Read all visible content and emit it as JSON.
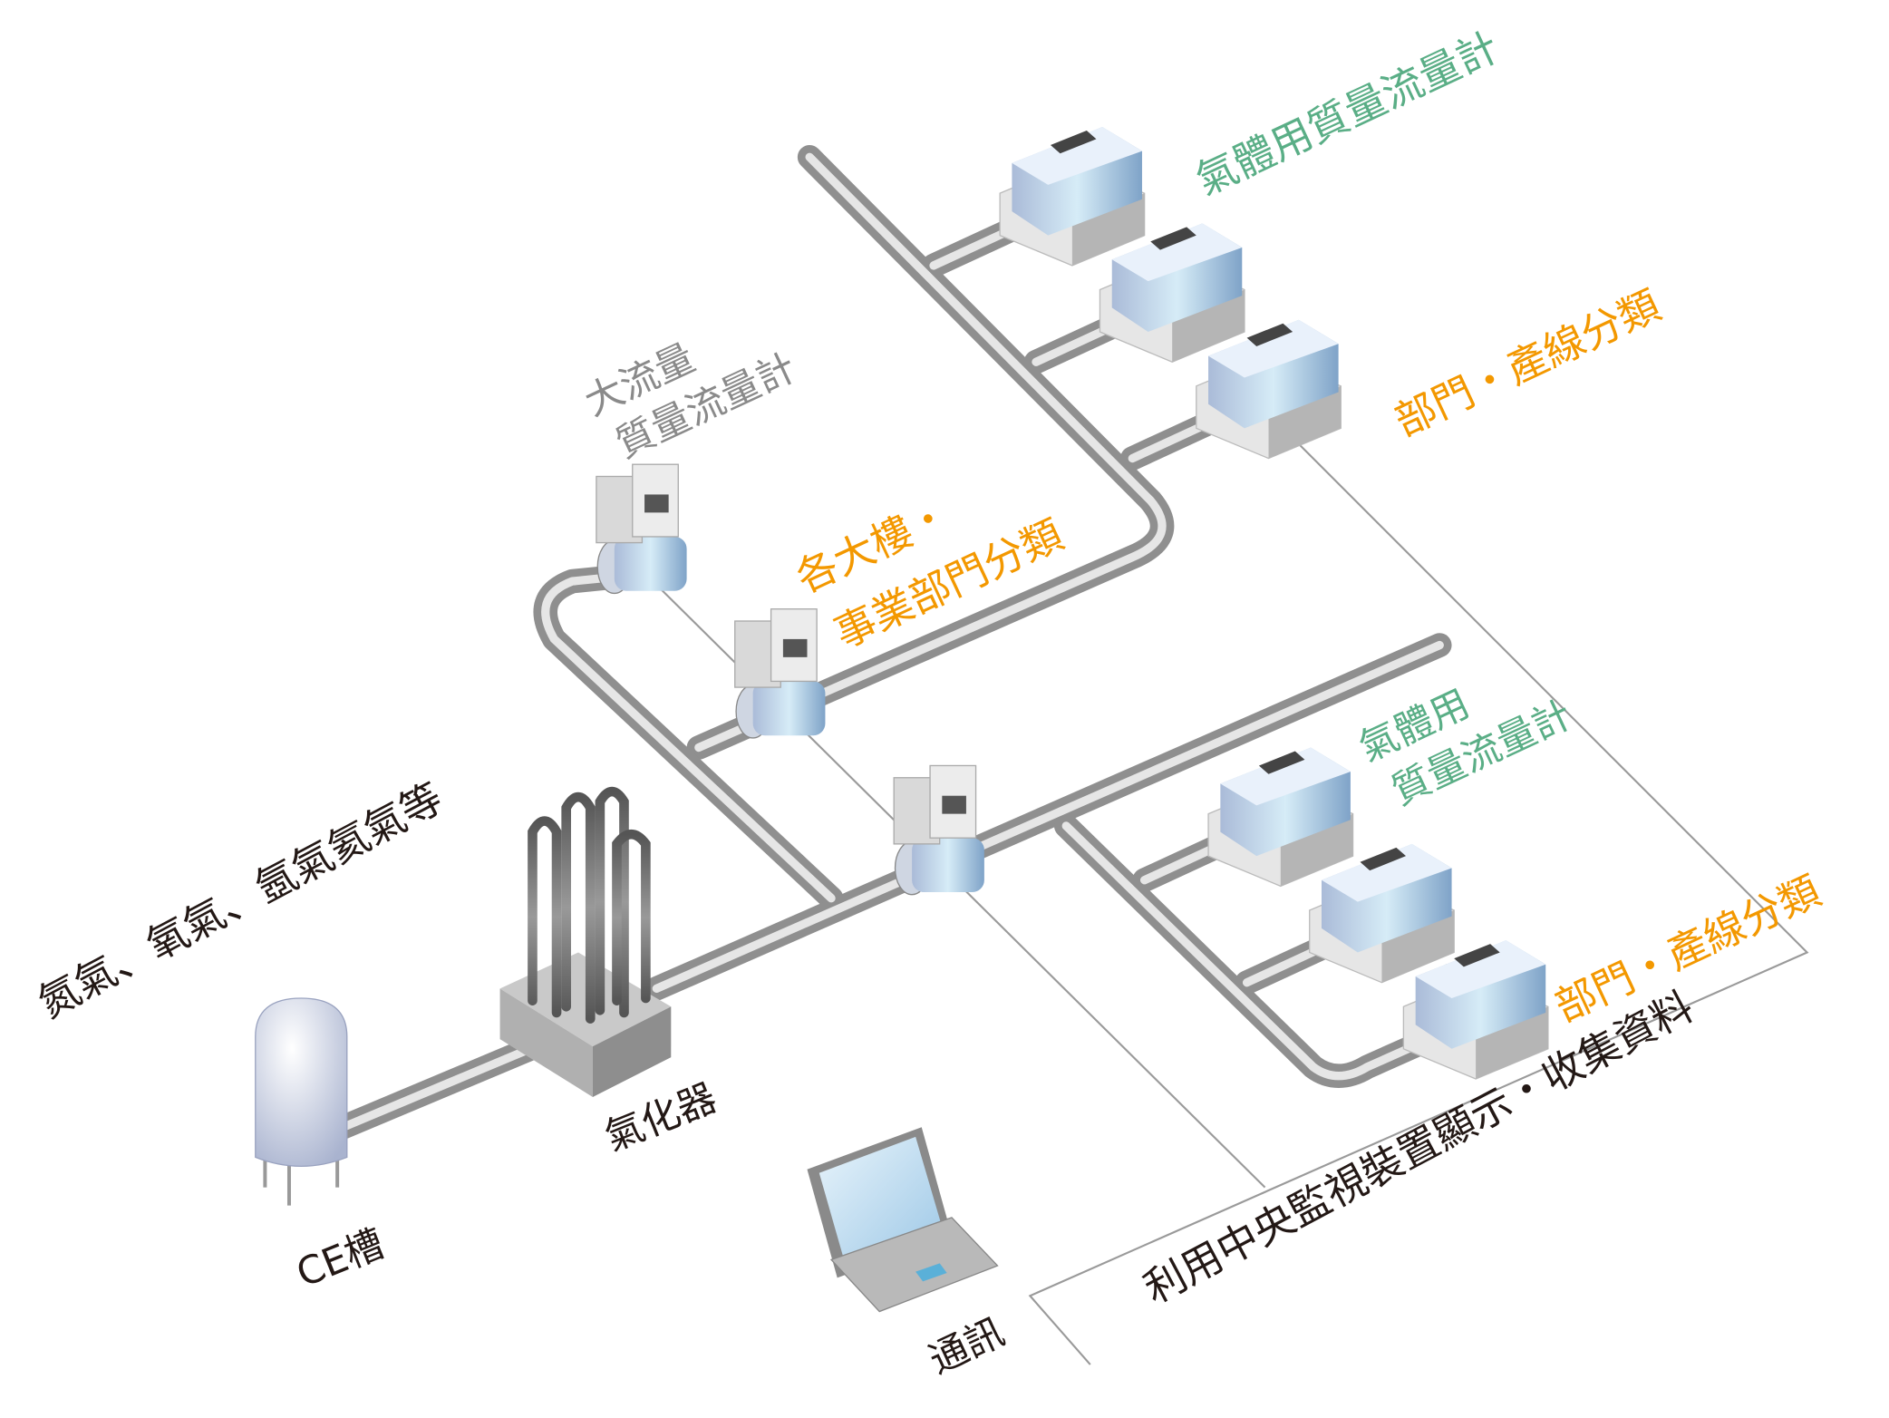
{
  "labels": {
    "gas_types": "氮氣、氧氣、氬氣氦氣等",
    "ce_tank": "CE槽",
    "vaporizer": "氣化器",
    "large_flow_line1": "大流量",
    "large_flow_line2": "質量流量計",
    "building_line1": "各大樓・",
    "building_line2": "事業部門分類",
    "gas_mfm_top": "氣體用質量流量計",
    "dept_line_top": "部門・產線分類",
    "gas_mfm_bottom_line1": "氣體用",
    "gas_mfm_bottom_line2": "質量流量計",
    "dept_line_bottom": "部門・產線分類",
    "communication": "通訊",
    "central_monitor": "利用中央監視裝置顯示・收集資料"
  },
  "colors": {
    "orange": "#f39800",
    "green": "#5aae86",
    "gray_text": "#8a8a8a",
    "black_text": "#231815",
    "line": "#9a9a9a"
  }
}
